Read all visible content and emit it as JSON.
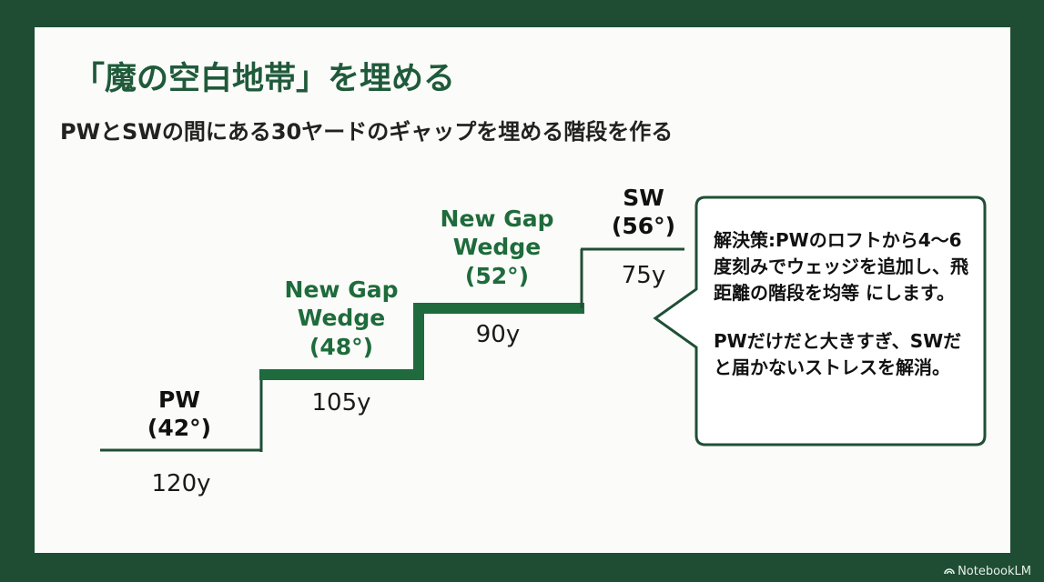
{
  "title": "「魔の空白地帯」を埋める",
  "subtitle": "PWとSWの間にある30ヤードのギャップを埋める階段を作る",
  "clubs": [
    {
      "name": "PW",
      "loft": "(42°)",
      "distance": "120y"
    },
    {
      "name": "New Gap Wedge",
      "name_line1": "New Gap",
      "name_line2": "Wedge",
      "loft": "(48°)",
      "distance": "105y"
    },
    {
      "name": "New Gap Wedge",
      "name_line1": "New Gap",
      "name_line2": "Wedge",
      "loft": "(52°)",
      "distance": "90y"
    },
    {
      "name": "SW",
      "loft": "(56°)",
      "distance": "75y"
    }
  ],
  "callout": {
    "paragraph1": "解決策:PWのロフトから4〜6度刻みでウェッジを追加し、飛距離の階段を均等 にします。",
    "paragraph2": "PWだけだと大きすぎ、SWだと届かないストレスを解消。"
  },
  "brand": "NotebookLM",
  "colors": {
    "frame": "#1e4d33",
    "title": "#1f5a3a",
    "step_line_dark": "#1f4f35",
    "step_line_green": "#1f6b3d",
    "label_green": "#1e6b3b"
  }
}
